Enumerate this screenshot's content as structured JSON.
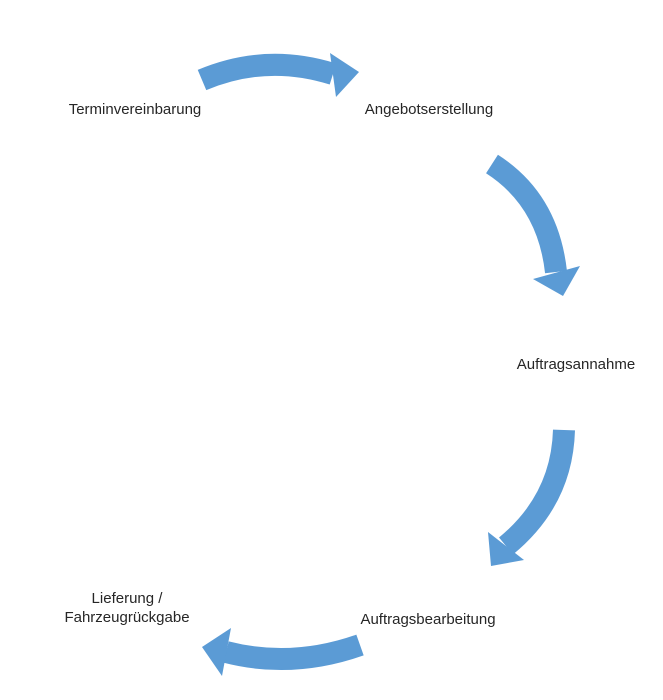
{
  "diagram": {
    "type": "process-cycle",
    "background_color": "#ffffff",
    "arrow_color": "#5B9BD5",
    "text_color": "#262626",
    "steps": [
      {
        "id": "terminvereinbarung",
        "label": "Terminvereinbarung"
      },
      {
        "id": "angebotserstellung",
        "label": "Angebotserstellung"
      },
      {
        "id": "auftragsannahme",
        "label": "Auftragsannahme"
      },
      {
        "id": "auftragsbearbeitung",
        "label": "Auftragsbearbeitung"
      },
      {
        "id": "lieferung-fahrzeugrueckgabe",
        "label": "Lieferung /",
        "label_line2": "Fahrzeugrückgabe"
      }
    ],
    "arrows": [
      {
        "from": "Terminvereinbarung",
        "to": "Angebotserstellung"
      },
      {
        "from": "Angebotserstellung",
        "to": "Auftragsannahme"
      },
      {
        "from": "Auftragsannahme",
        "to": "Auftragsbearbeitung"
      },
      {
        "from": "Auftragsbearbeitung",
        "to": "Lieferung / Fahrzeugrückgabe"
      }
    ]
  }
}
